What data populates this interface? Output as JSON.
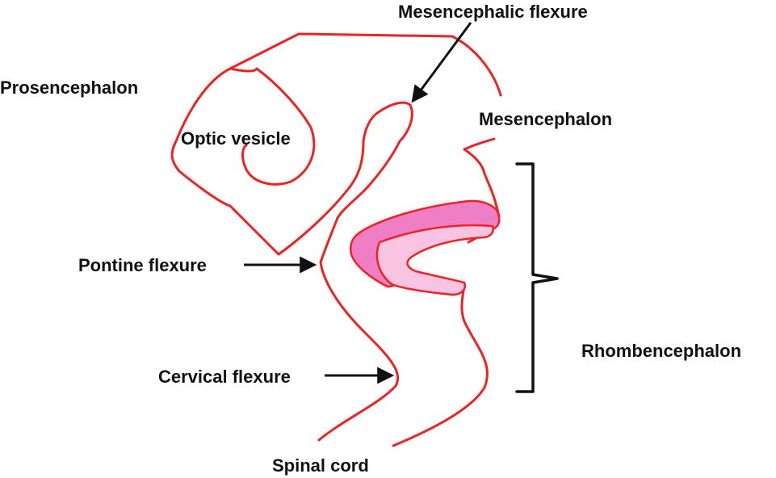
{
  "labels": {
    "mesencephalic_flexure": "Mesencephalic flexure",
    "prosencephalon": "Prosencephalon",
    "optic_vesicle": "Optic vesicle",
    "mesencephalon": "Mesencephalon",
    "pontine_flexure": "Pontine flexure",
    "rhombencephalon": "Rhombencephalon",
    "cervical_flexure": "Cervical flexure",
    "spinal_cord": "Spinal cord"
  },
  "colors": {
    "outline": "#ee2222",
    "ventricle_outer": "#ee7fc4",
    "ventricle_inner": "#f9c4e2",
    "ink": "#111111"
  }
}
